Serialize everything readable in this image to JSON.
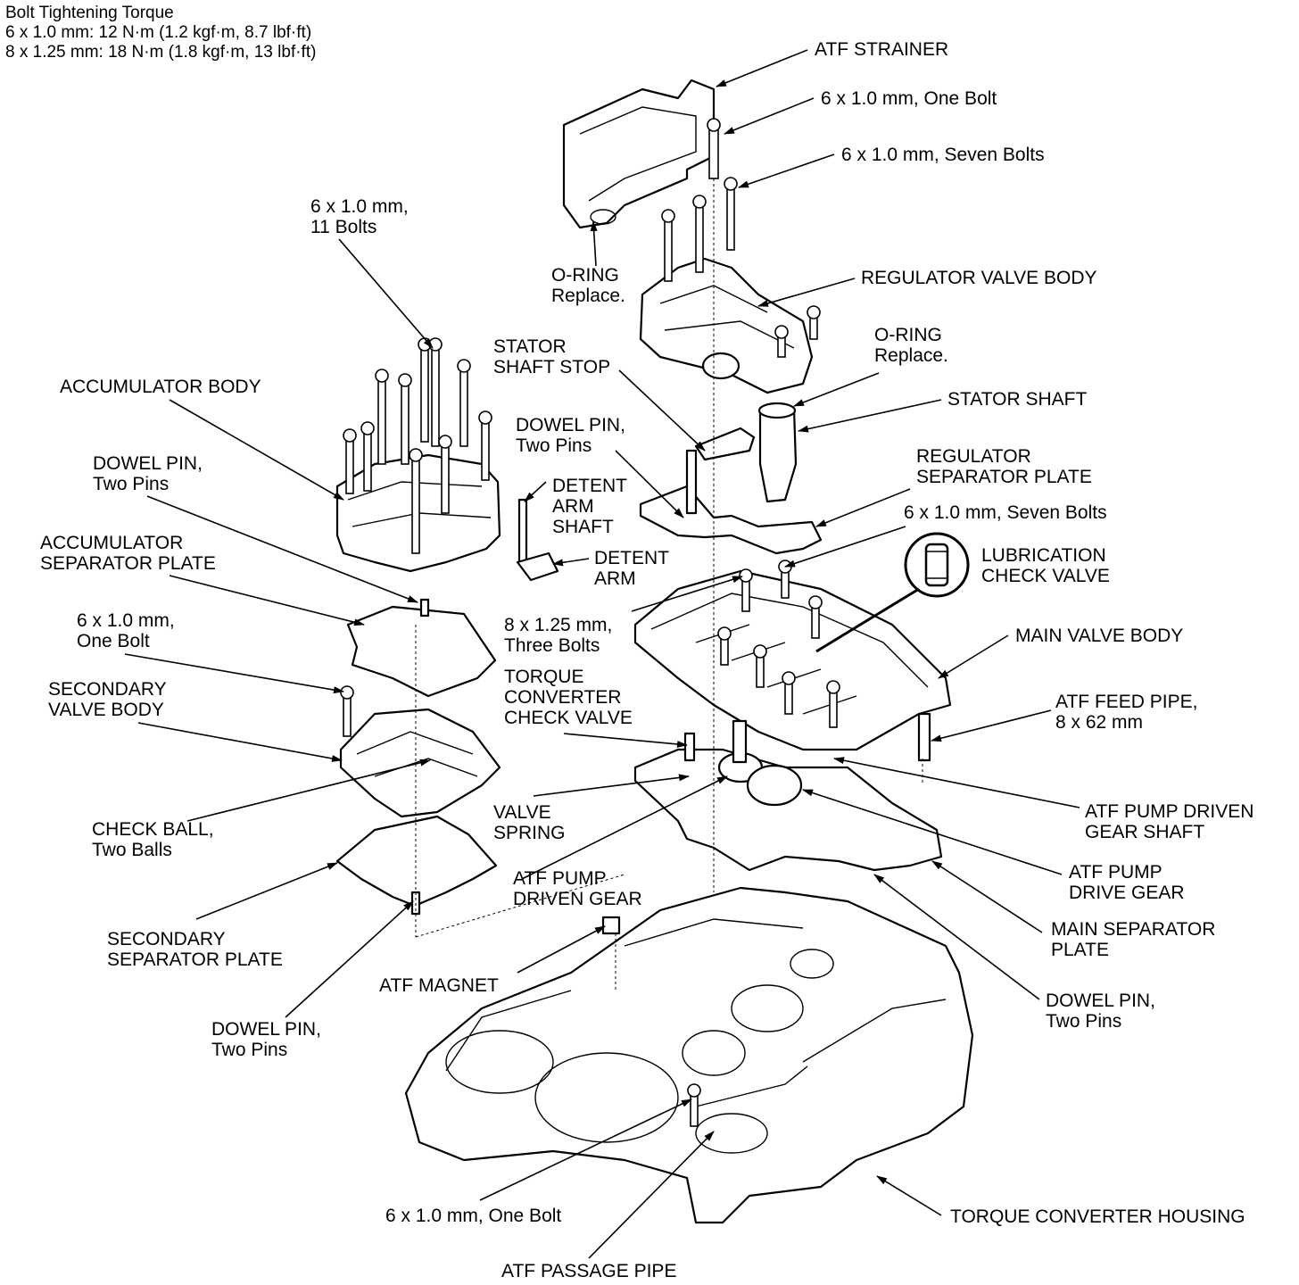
{
  "torque_spec": {
    "title": "Bolt Tightening Torque",
    "lines": [
      "6 x 1.0 mm: 12 N·m (1.2 kgf·m, 8.7 lbf·ft)",
      "8 x 1.25 mm: 18 N·m (1.8 kgf·m, 13 lbf·ft)"
    ]
  },
  "labels": {
    "atf_strainer": [
      "ATF STRAINER"
    ],
    "bolt_one_top": [
      "6 x 1.0 mm, One Bolt"
    ],
    "bolt_seven_top": [
      "6 x 1.0 mm, Seven Bolts"
    ],
    "bolt_eleven": [
      "6 x 1.0 mm,",
      "11 Bolts"
    ],
    "oring_left": [
      "O-RING",
      "Replace."
    ],
    "regulator_valve_body": [
      "REGULATOR VALVE BODY"
    ],
    "oring_right": [
      "O-RING",
      "Replace."
    ],
    "stator_shaft_stop": [
      "STATOR",
      "SHAFT STOP"
    ],
    "stator_shaft": [
      "STATOR SHAFT"
    ],
    "accumulator_body": [
      "ACCUMULATOR BODY"
    ],
    "dowel_pin_mid": [
      "DOWEL PIN,",
      "Two Pins"
    ],
    "regulator_separator_plate": [
      "REGULATOR",
      "SEPARATOR PLATE"
    ],
    "dowel_pin_left": [
      "DOWEL PIN,",
      "Two Pins"
    ],
    "detent_arm_shaft": [
      "DETENT",
      "ARM",
      "SHAFT"
    ],
    "bolt_seven_mid": [
      "6 x 1.0 mm, Seven Bolts"
    ],
    "lubrication_check_valve": [
      "LUBRICATION",
      "CHECK VALVE"
    ],
    "accumulator_separator_plate": [
      "ACCUMULATOR",
      "SEPARATOR PLATE"
    ],
    "detent_arm": [
      "DETENT",
      "ARM"
    ],
    "bolt_one_left": [
      "6 x 1.0 mm,",
      "One Bolt"
    ],
    "bolt_three": [
      "8 x 1.25 mm,",
      "Three Bolts"
    ],
    "main_valve_body": [
      "MAIN VALVE BODY"
    ],
    "torque_converter_check_valve": [
      "TORQUE",
      "CONVERTER",
      "CHECK VALVE"
    ],
    "secondary_valve_body": [
      "SECONDARY",
      "VALVE BODY"
    ],
    "atf_feed_pipe": [
      "ATF FEED PIPE,",
      "8 x 62 mm"
    ],
    "atf_pump_driven_gear_shaft": [
      "ATF PUMP DRIVEN",
      "GEAR SHAFT"
    ],
    "check_ball": [
      "CHECK BALL,",
      "Two Balls"
    ],
    "valve_spring": [
      "VALVE",
      "SPRING"
    ],
    "atf_pump_drive_gear": [
      "ATF PUMP",
      "DRIVE GEAR"
    ],
    "atf_pump_driven_gear": [
      "ATF PUMP",
      "DRIVEN GEAR"
    ],
    "main_separator_plate": [
      "MAIN SEPARATOR",
      "PLATE"
    ],
    "secondary_separator_plate": [
      "SECONDARY",
      "SEPARATOR PLATE"
    ],
    "atf_magnet": [
      "ATF MAGNET"
    ],
    "dowel_pin_bottom_left": [
      "DOWEL PIN,",
      "Two Pins"
    ],
    "dowel_pin_bottom_right": [
      "DOWEL PIN,",
      "Two Pins"
    ],
    "bolt_one_bottom": [
      "6 x 1.0 mm, One Bolt"
    ],
    "torque_converter_housing": [
      "TORQUE CONVERTER HOUSING"
    ],
    "atf_passage_pipe": [
      "ATF PASSAGE PIPE"
    ]
  }
}
